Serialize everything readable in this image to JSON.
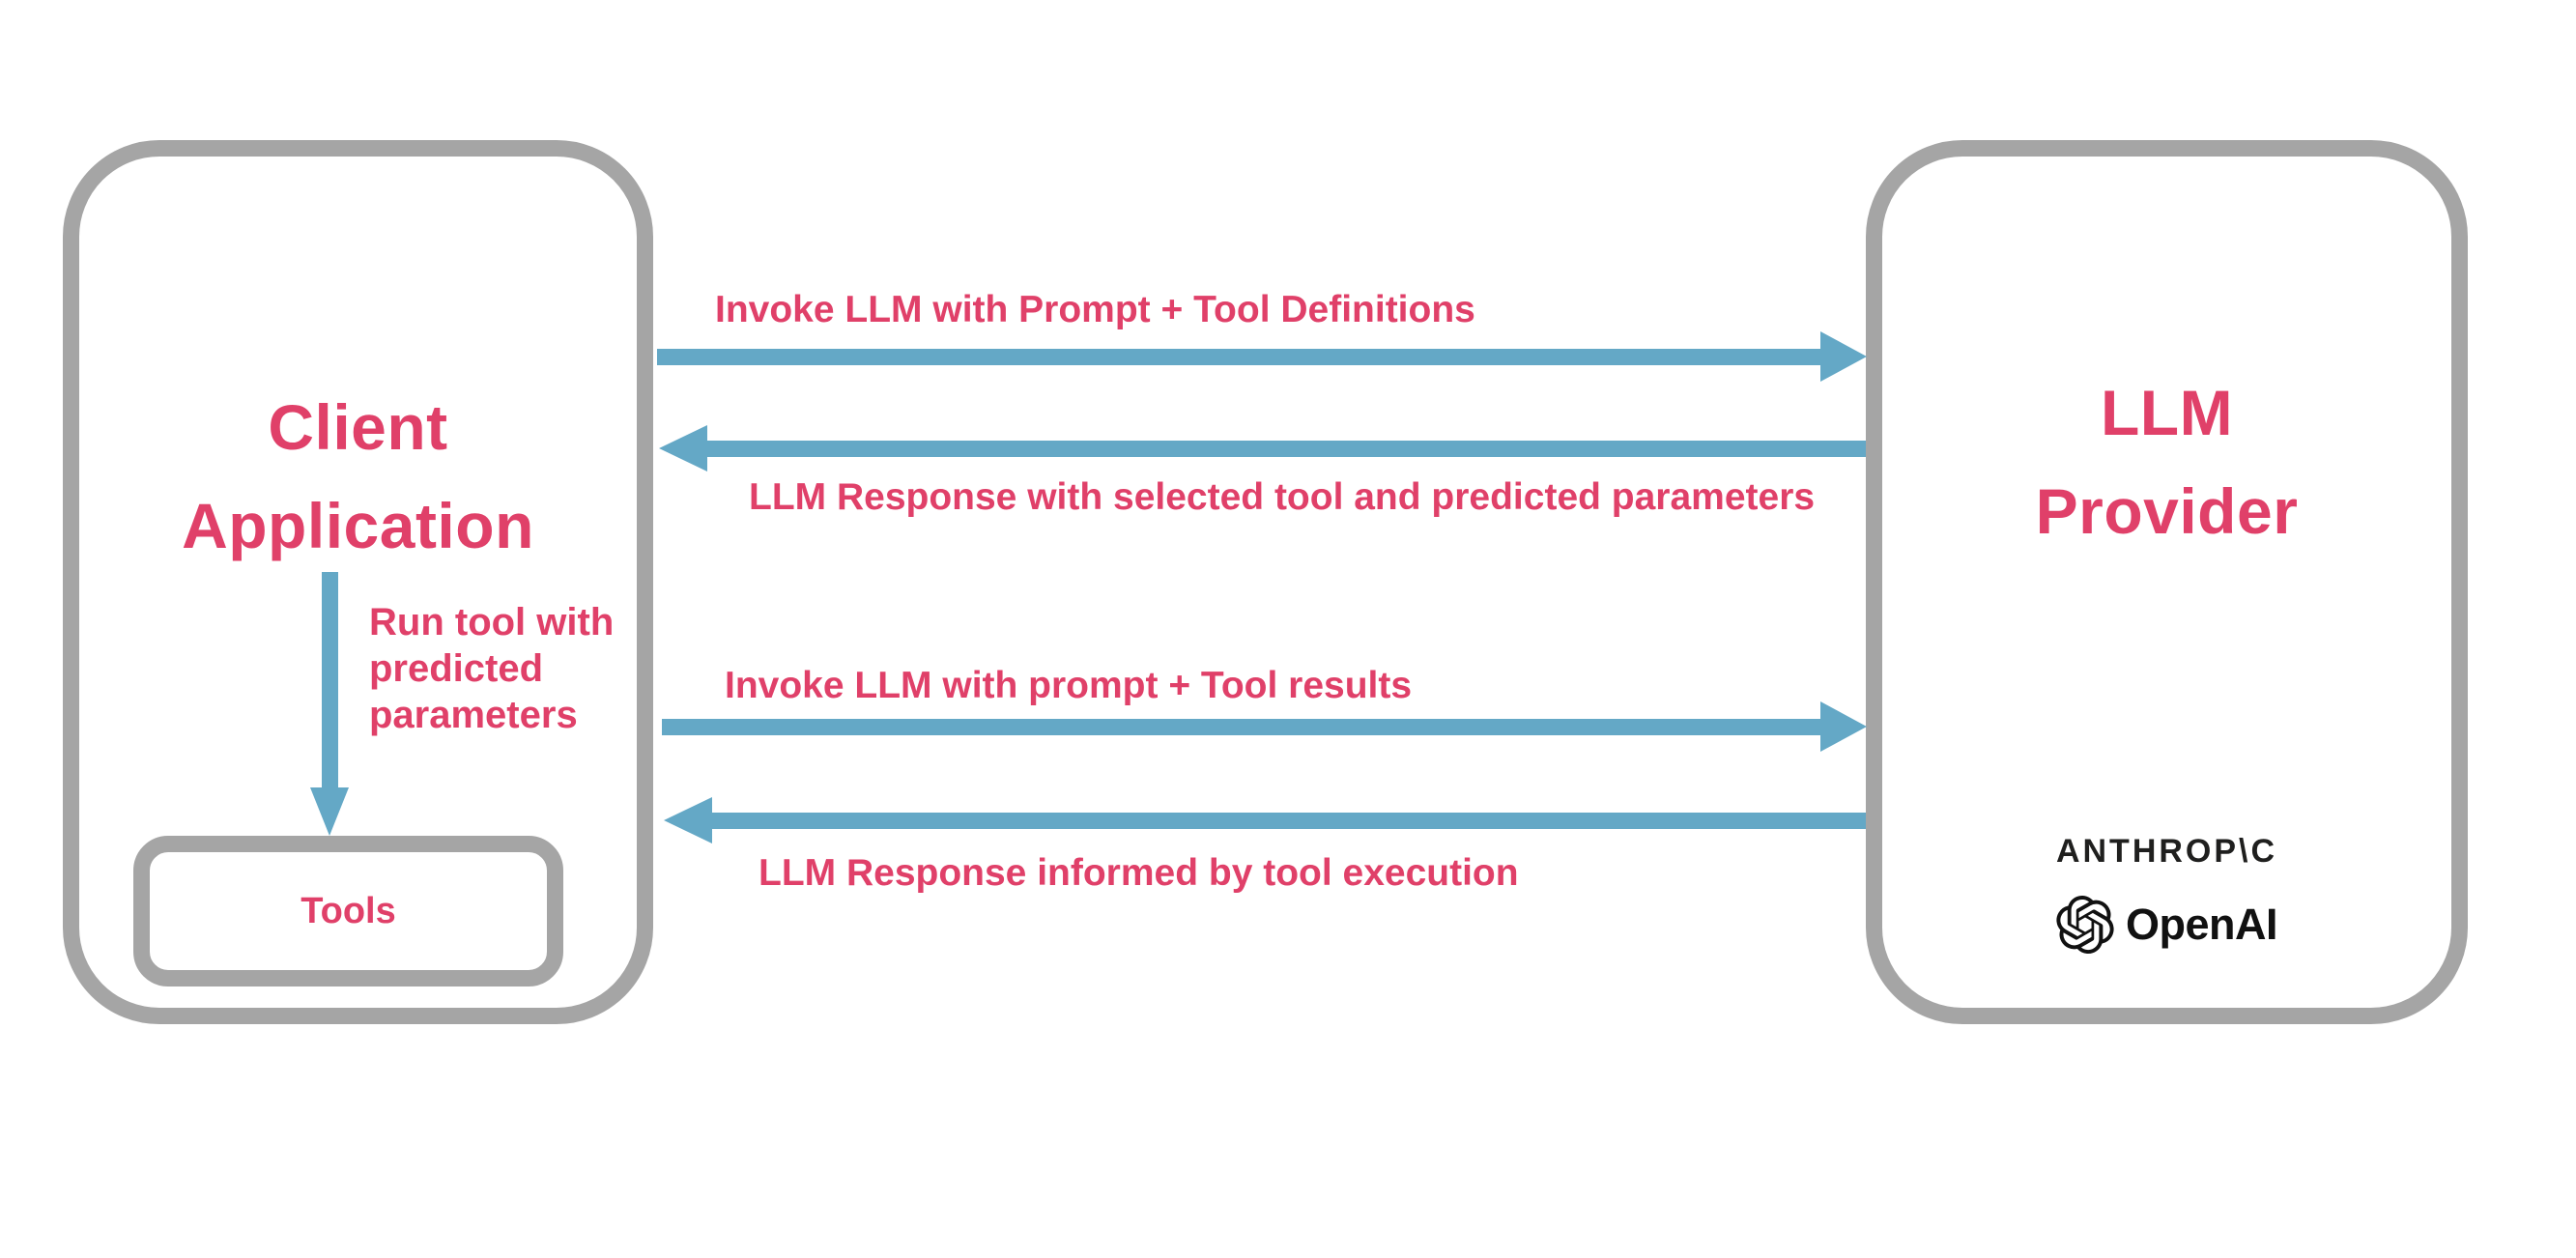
{
  "colors": {
    "pink": "#e04069",
    "blue": "#64a8c6",
    "gray": "#a5a5a5",
    "ink": "#1f1f1e",
    "bg": "#ffffff"
  },
  "client_box": {
    "title_line1": "Client",
    "title_line2": "Application",
    "tools_label": "Tools"
  },
  "llm_box": {
    "title_line1": "LLM",
    "title_line2": "Provider",
    "anthropic_wordmark": "ANTHROP\\C",
    "openai_wordmark": "OpenAI"
  },
  "arrows": [
    {
      "direction": "left-to-right",
      "label": "Invoke LLM with Prompt + Tool Definitions"
    },
    {
      "direction": "right-to-left",
      "label": "LLM Response with selected tool and predicted parameters"
    },
    {
      "direction": "left-to-right",
      "label": "Invoke LLM with prompt + Tool results"
    },
    {
      "direction": "right-to-left",
      "label": "LLM Response informed by tool execution"
    }
  ],
  "run_tool_arrow": {
    "direction": "down",
    "label": "Run tool with predicted parameters"
  },
  "icons": {
    "openai_logo": "openai-blossom-icon"
  }
}
